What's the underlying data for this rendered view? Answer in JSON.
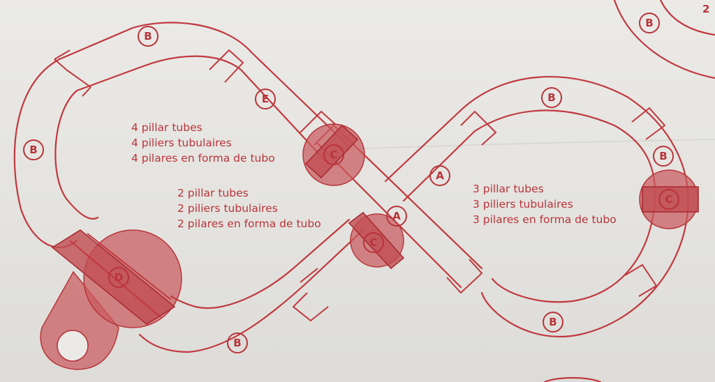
{
  "labels": {
    "a_top": "A",
    "a_center": "A",
    "b_top_left": "B",
    "b_left": "B",
    "b_bottom_left": "B",
    "b_top_right": "B",
    "b_right_upper": "B",
    "b_bottom_right": "B",
    "b_corner": "B",
    "c_upper_crossing": "C",
    "c_lower_crossing": "C",
    "c_right": "C",
    "d_base": "D",
    "e_diagonal": "E"
  },
  "corner_fragment": "2",
  "notes": {
    "left_upper": [
      "4 pillar tubes",
      "4 piliers tubulaires",
      "4 pilares en forma de tubo"
    ],
    "left_lower": [
      "2 pillar tubes",
      "2 piliers tubulaires",
      "2 pilares en forma de tubo"
    ],
    "right": [
      "3 pillar tubes",
      "3 piliers tubulaires",
      "3 pilares en forma de tubo"
    ]
  },
  "colors": {
    "ink": "#b8343a",
    "pillar_fill": "#c95a5e",
    "paper": "#e6e5e1"
  }
}
